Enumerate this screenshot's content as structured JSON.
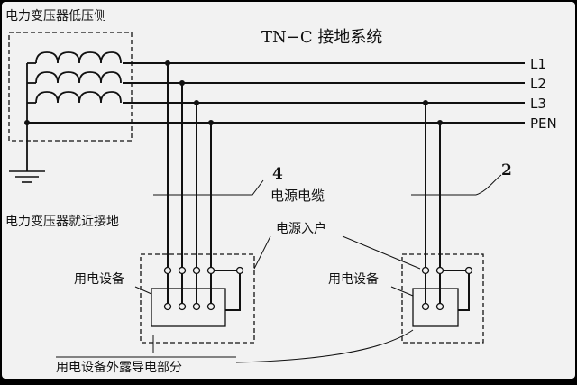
{
  "title": "TN−C  接地系统",
  "labels": {
    "transformer_low_side": "电力变压器低压侧",
    "transformer_grounding": "电力变压器就近接地",
    "power_cable": "电源电缆",
    "service_entrance": "电源入户",
    "equipment_left": "用电设备",
    "equipment_right": "用电设备",
    "exposed_conductive_part": "用电设备外露导电部分",
    "callout_4": "4",
    "callout_2": "2"
  },
  "lines": [
    "L1",
    "L2",
    "L3",
    "PEN"
  ],
  "colors": {
    "background": "#f2f2f2",
    "line": "#111111",
    "frame": "#000000"
  }
}
